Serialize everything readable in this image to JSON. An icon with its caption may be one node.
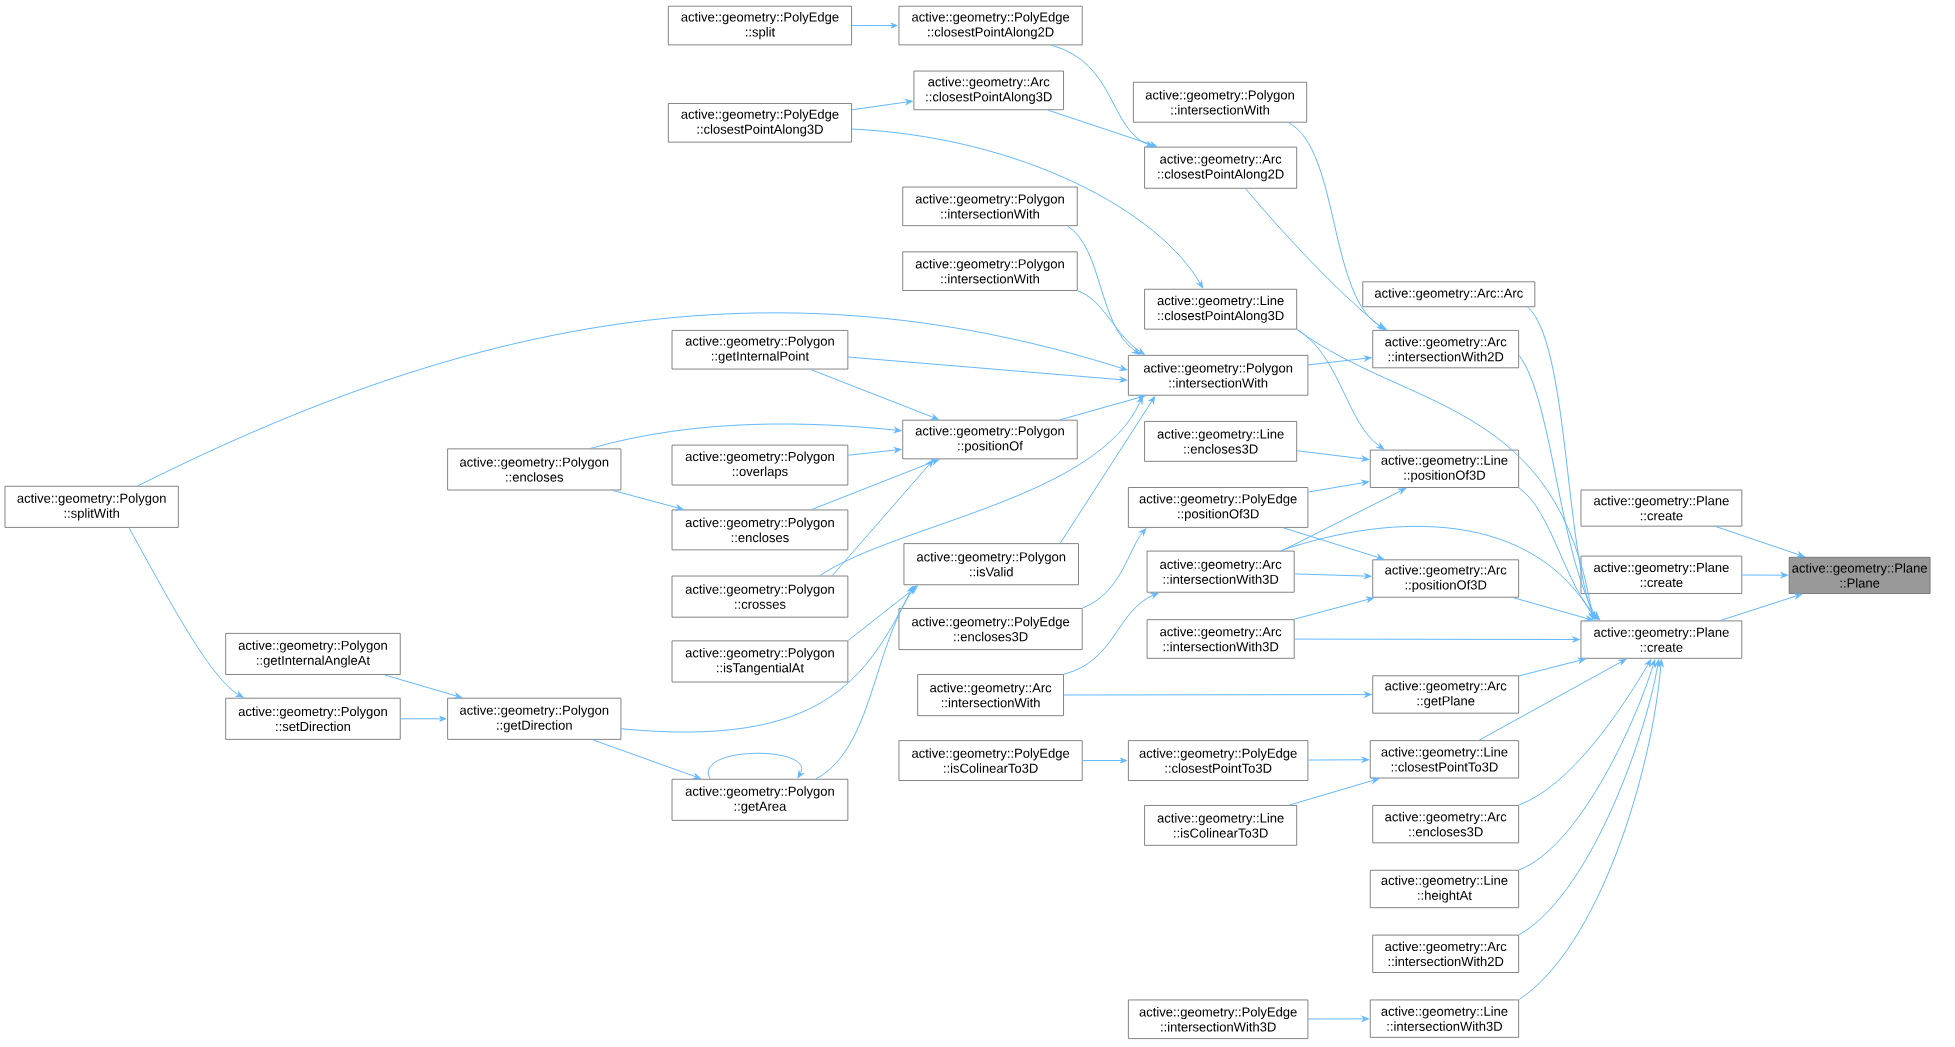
{
  "diagram": {
    "nodes": [
      {
        "text": [
          "active::geometry::Polygon ::splitWith"
        ]
      },
      {
        "text": [
          "active::geometry::Polygon ::encloses"
        ]
      },
      {
        "text": [
          "active::geometry::Polygon ::getInternalAngleAt"
        ]
      },
      {
        "text": [
          "active::geometry::Polygon ::setDirection"
        ]
      },
      {
        "text": [
          "active::geometry::Polygon ::getDirection"
        ]
      },
      {
        "text": [
          "active::geometry::PolyEdge ::split"
        ]
      },
      {
        "text": [
          "active::geometry::PolyEdge ::closestPointAlong3D"
        ]
      },
      {
        "text": [
          "active::geometry::Polygon ::getInternalPoint"
        ]
      },
      {
        "text": [
          "active::geometry::Polygon ::overlaps"
        ]
      },
      {
        "text": [
          "active::geometry::Polygon ::encloses"
        ]
      },
      {
        "text": [
          "active::geometry::Polygon ::crosses"
        ]
      },
      {
        "text": [
          "active::geometry::Polygon ::isTangentialAt"
        ]
      },
      {
        "text": [
          "active::geometry::Polygon ::getArea"
        ]
      },
      {
        "text": [
          "active::geometry::PolyEdge ::closestPointAlong2D"
        ]
      },
      {
        "text": [
          "active::geometry::Arc ::closestPointAlong3D"
        ]
      },
      {
        "text": [
          "active::geometry::Polygon ::intersectionWith"
        ]
      },
      {
        "text": [
          "active::geometry::Polygon ::intersectionWith"
        ]
      },
      {
        "text": [
          "active::geometry::Polygon ::positionOf"
        ]
      },
      {
        "text": [
          "active::geometry::Polygon ::isValid"
        ]
      },
      {
        "text": [
          "active::geometry::PolyEdge ::encloses3D"
        ]
      },
      {
        "text": [
          "active::geometry::Arc ::intersectionWith"
        ]
      },
      {
        "text": [
          "active::geometry::PolyEdge ::isColinearTo3D"
        ]
      },
      {
        "text": [
          "active::geometry::Polygon ::intersectionWith"
        ]
      },
      {
        "text": [
          "active::geometry::Arc ::closestPointAlong2D"
        ]
      },
      {
        "text": [
          "active::geometry::Line ::closestPointAlong3D"
        ]
      },
      {
        "text": [
          "active::geometry::Polygon ::intersectionWith"
        ]
      },
      {
        "text": [
          "active::geometry::Line ::encloses3D"
        ]
      },
      {
        "text": [
          "active::geometry::PolyEdge ::positionOf3D"
        ]
      },
      {
        "text": [
          "active::geometry::Arc ::intersectionWith3D"
        ]
      },
      {
        "text": [
          "active::geometry::Arc ::intersectionWith3D"
        ]
      },
      {
        "text": [
          "active::geometry::PolyEdge ::closestPointTo3D"
        ]
      },
      {
        "text": [
          "active::geometry::Line ::isColinearTo3D"
        ]
      },
      {
        "text": [
          "active::geometry::PolyEdge ::intersectionWith3D"
        ]
      },
      {
        "text": [
          "active::geometry::Arc::Arc"
        ]
      },
      {
        "text": [
          "active::geometry::Arc ::intersectionWith2D"
        ]
      },
      {
        "text": [
          "active::geometry::Line ::positionOf3D"
        ]
      },
      {
        "text": [
          "active::geometry::Arc ::positionOf3D"
        ]
      },
      {
        "text": [
          "active::geometry::Arc ::getPlane"
        ]
      },
      {
        "text": [
          "active::geometry::Line ::closestPointTo3D"
        ]
      },
      {
        "text": [
          "active::geometry::Arc ::encloses3D"
        ]
      },
      {
        "text": [
          "active::geometry::Line ::heightAt"
        ]
      },
      {
        "text": [
          "active::geometry::Arc ::intersectionWith2D"
        ]
      },
      {
        "text": [
          "active::geometry::Line ::intersectionWith3D"
        ]
      },
      {
        "text": [
          "active::geometry::Plane ::create"
        ]
      },
      {
        "text": [
          "active::geometry::Plane ::create"
        ]
      },
      {
        "text": [
          "active::geometry::Plane ::create"
        ]
      },
      {
        "text": [
          "active::geometry::Plane ::Plane"
        ]
      }
    ],
    "edges": [
      {
        "from": 43,
        "to": 46,
        "arrow": "to"
      },
      {
        "from": 44,
        "to": 46,
        "arrow": "to"
      },
      {
        "from": 45,
        "to": 46,
        "arrow": "to"
      },
      {
        "from": 33,
        "to": 45,
        "arrow": "to"
      },
      {
        "from": 34,
        "to": 45,
        "arrow": "to"
      },
      {
        "from": 35,
        "to": 45,
        "arrow": "to"
      },
      {
        "from": 36,
        "to": 45,
        "arrow": "to"
      },
      {
        "from": 29,
        "to": 45,
        "arrow": "to"
      },
      {
        "from": 37,
        "to": 45,
        "arrow": "to"
      },
      {
        "from": 38,
        "to": 45,
        "arrow": "to"
      },
      {
        "from": 39,
        "to": 45,
        "arrow": "to"
      },
      {
        "from": 40,
        "to": 45,
        "arrow": "to"
      },
      {
        "from": 41,
        "to": 45,
        "arrow": "to"
      },
      {
        "from": 42,
        "to": 45,
        "arrow": "to"
      },
      {
        "from": 24,
        "to": 45,
        "arrow": "to"
      },
      {
        "from": 28,
        "to": 45,
        "arrow": "to"
      },
      {
        "from": 25,
        "to": 34,
        "arrow": "to"
      },
      {
        "from": 23,
        "to": 34,
        "arrow": "to"
      },
      {
        "from": 22,
        "to": 34,
        "arrow": "to"
      },
      {
        "from": 24,
        "to": 35,
        "arrow": "to"
      },
      {
        "from": 26,
        "to": 35,
        "arrow": "to"
      },
      {
        "from": 27,
        "to": 35,
        "arrow": "to"
      },
      {
        "from": 28,
        "to": 35,
        "arrow": "to"
      },
      {
        "from": 27,
        "to": 36,
        "arrow": "to"
      },
      {
        "from": 28,
        "to": 36,
        "arrow": "to"
      },
      {
        "from": 29,
        "to": 36,
        "arrow": "to"
      },
      {
        "from": 20,
        "to": 37,
        "arrow": "to"
      },
      {
        "from": 30,
        "to": 38,
        "arrow": "to"
      },
      {
        "from": 31,
        "to": 38,
        "arrow": "to"
      },
      {
        "from": 32,
        "to": 42,
        "arrow": "to"
      },
      {
        "from": 21,
        "to": 30,
        "arrow": "to"
      },
      {
        "from": 19,
        "to": 27,
        "arrow": "to"
      },
      {
        "from": 20,
        "to": 28,
        "arrow": "to"
      },
      {
        "from": 13,
        "to": 23,
        "arrow": "to"
      },
      {
        "from": 14,
        "to": 23,
        "arrow": "to"
      },
      {
        "from": 6,
        "to": 24,
        "arrow": "to"
      },
      {
        "from": 6,
        "to": 14,
        "arrow": "to"
      },
      {
        "from": 5,
        "to": 13,
        "arrow": "to"
      },
      {
        "from": 15,
        "to": 25,
        "arrow": "to"
      },
      {
        "from": 16,
        "to": 25,
        "arrow": "to"
      },
      {
        "from": 0,
        "to": 25,
        "arrow": "to"
      },
      {
        "from": 7,
        "to": 25,
        "arrow": "to"
      },
      {
        "from": 17,
        "to": 25,
        "arrow": "to"
      },
      {
        "from": 10,
        "to": 25,
        "arrow": "to"
      },
      {
        "from": 18,
        "to": 25,
        "arrow": "to"
      },
      {
        "from": 7,
        "to": 17,
        "arrow": "to"
      },
      {
        "from": 1,
        "to": 17,
        "arrow": "to"
      },
      {
        "from": 8,
        "to": 17,
        "arrow": "to"
      },
      {
        "from": 9,
        "to": 17,
        "arrow": "to"
      },
      {
        "from": 10,
        "to": 17,
        "arrow": "to"
      },
      {
        "from": 11,
        "to": 18,
        "arrow": "to"
      },
      {
        "from": 4,
        "to": 18,
        "arrow": "to"
      },
      {
        "from": 12,
        "to": 18,
        "arrow": "to"
      },
      {
        "from": 4,
        "to": 12,
        "arrow": "to"
      },
      {
        "from": 12,
        "to": 12,
        "arrow": "to"
      },
      {
        "from": 2,
        "to": 4,
        "arrow": "to"
      },
      {
        "from": 3,
        "to": 4,
        "arrow": "to"
      },
      {
        "from": 0,
        "to": 3,
        "arrow": "to"
      },
      {
        "from": 1,
        "to": 9,
        "arrow": "to"
      }
    ]
  }
}
